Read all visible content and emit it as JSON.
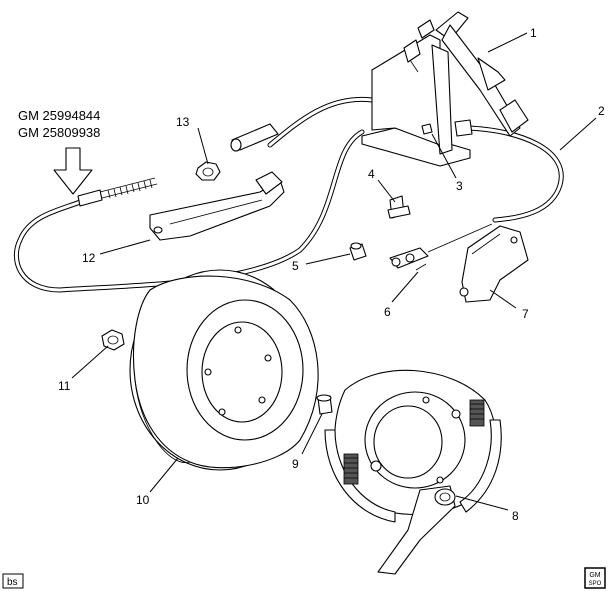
{
  "part_numbers": [
    "GM 25994844",
    "GM 25809938"
  ],
  "callouts": [
    {
      "id": "1",
      "label": "1"
    },
    {
      "id": "2",
      "label": "2"
    },
    {
      "id": "3",
      "label": "3"
    },
    {
      "id": "4",
      "label": "4"
    },
    {
      "id": "5",
      "label": "5"
    },
    {
      "id": "6",
      "label": "6"
    },
    {
      "id": "7",
      "label": "7"
    },
    {
      "id": "8",
      "label": "8"
    },
    {
      "id": "9",
      "label": "9"
    },
    {
      "id": "10",
      "label": "10"
    },
    {
      "id": "11",
      "label": "11"
    },
    {
      "id": "12",
      "label": "12"
    },
    {
      "id": "13",
      "label": "13"
    }
  ],
  "footer": {
    "corner_tag": "bs",
    "badge_top": "GM",
    "badge_bottom": "SPO"
  },
  "colors": {
    "line": "#000000",
    "background": "#ffffff"
  }
}
